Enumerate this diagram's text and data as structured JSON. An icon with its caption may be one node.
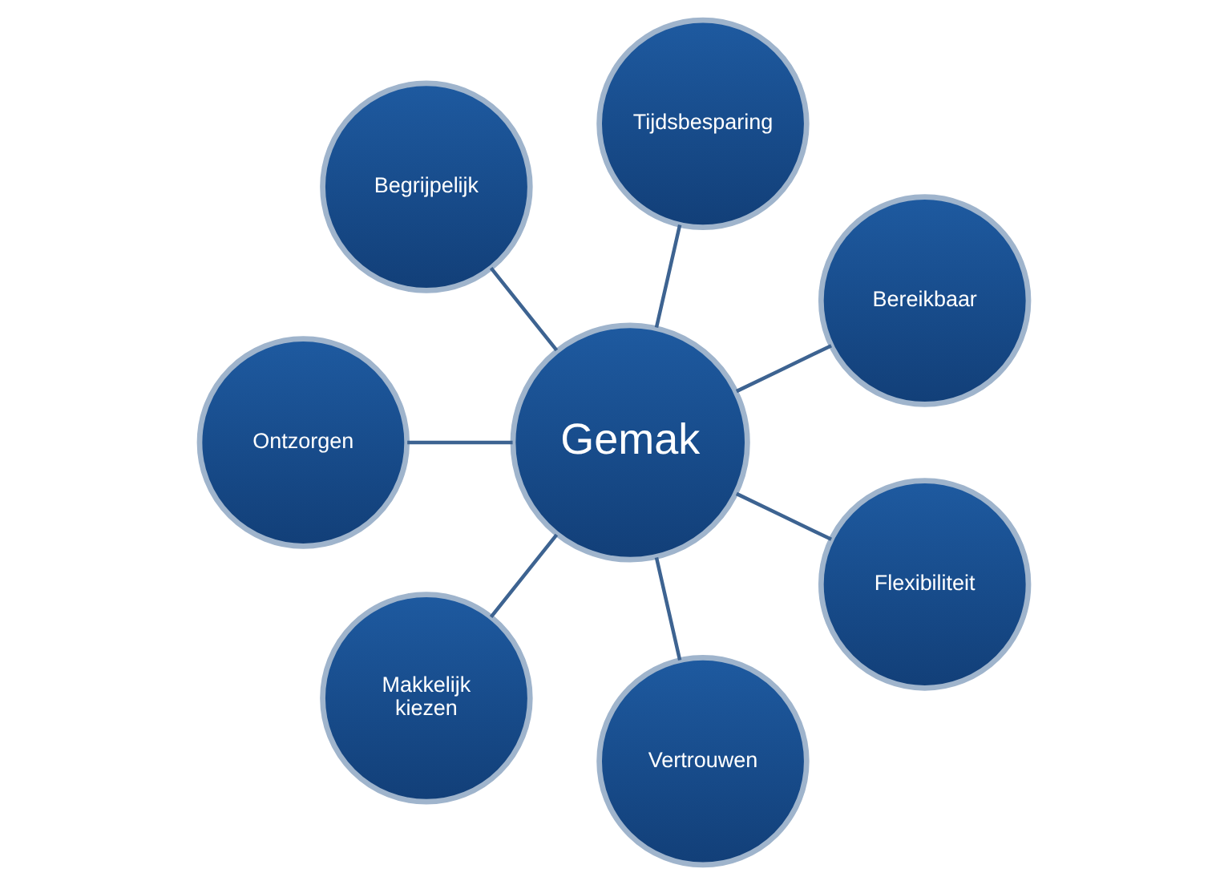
{
  "diagram": {
    "nodes": [
      {
        "text": [
          "Gemak"
        ]
      },
      {
        "text": [
          "Bereikbaar"
        ]
      },
      {
        "text": [
          "Tijdsbesparing"
        ]
      },
      {
        "text": [
          "Begrijpelijk"
        ]
      },
      {
        "text": [
          "Ontzorgen"
        ]
      },
      {
        "text": [
          "Makkelijk kiezen"
        ]
      },
      {
        "text": [
          "Vertrouwen"
        ]
      },
      {
        "text": [
          "Flexibiliteit"
        ]
      }
    ],
    "edges": [
      {
        "from": 0,
        "to": 1,
        "arrow": "none"
      },
      {
        "from": 0,
        "to": 2,
        "arrow": "none"
      },
      {
        "from": 0,
        "to": 3,
        "arrow": "none"
      },
      {
        "from": 0,
        "to": 4,
        "arrow": "none"
      },
      {
        "from": 0,
        "to": 5,
        "arrow": "none"
      },
      {
        "from": 0,
        "to": 6,
        "arrow": "none"
      },
      {
        "from": 0,
        "to": 7,
        "arrow": "none"
      }
    ]
  }
}
